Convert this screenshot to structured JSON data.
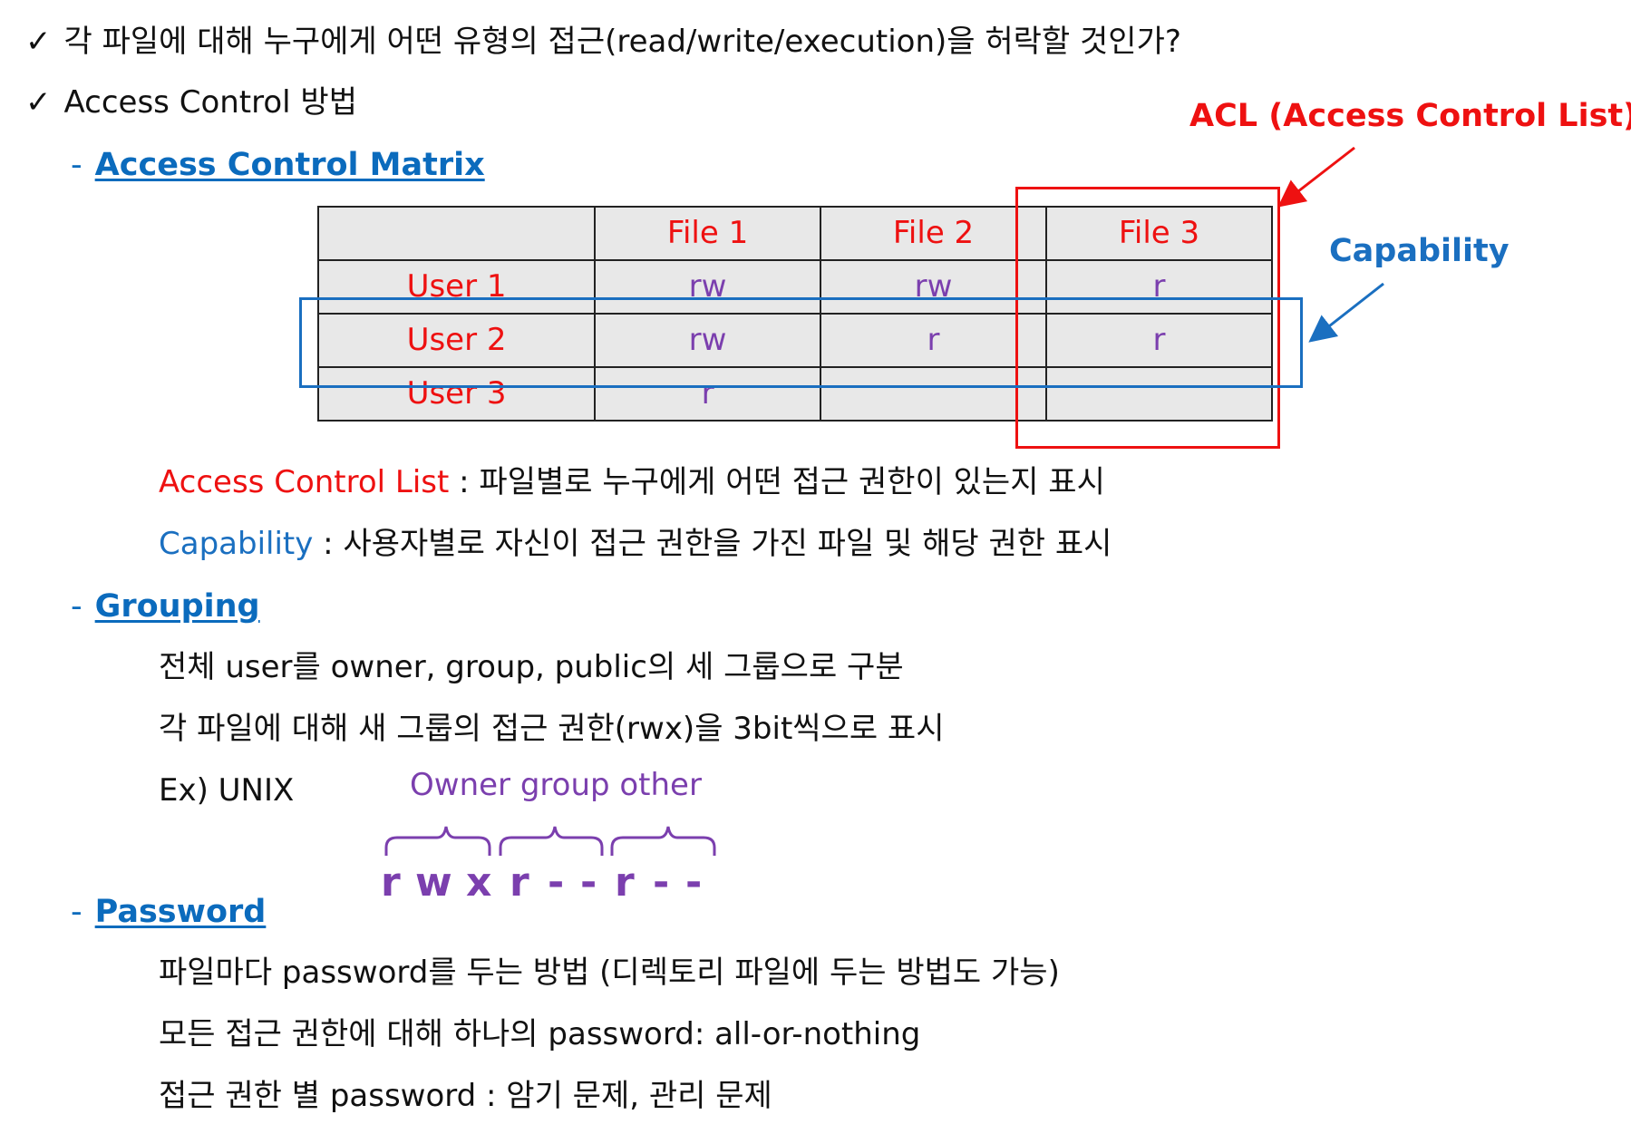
{
  "bullets": [
    "각 파일에 대해 누구에게 어떤 유형의 접근(read/write/execution)을 허락할 것인가?",
    "Access Control 방법"
  ],
  "check_mark": "✓",
  "acm": {
    "heading": "Access Control Matrix",
    "columns": [
      "File 1",
      "File 2",
      "File 3"
    ],
    "rows": [
      {
        "user": "User 1",
        "cells": [
          "rw",
          "rw",
          "r"
        ]
      },
      {
        "user": "User 2",
        "cells": [
          "rw",
          "r",
          "r"
        ]
      },
      {
        "user": "User 3",
        "cells": [
          "r",
          "",
          ""
        ]
      }
    ],
    "acl_label": "ACL (Access Control List)",
    "capability_label": "Capability",
    "acl_def_term": "Access Control List",
    "acl_def_text": " : 파일별로 누구에게 어떤 접근 권한이 있는지 표시",
    "cap_def_term": "Capability",
    "cap_def_text": " : 사용자별로 자신이 접근 권한을 가진 파일 및 해당 권한 표시",
    "colors": {
      "acl": "#ee1111",
      "capability": "#1a6fc0",
      "permission": "#7b3fae"
    }
  },
  "grouping": {
    "heading": "Grouping",
    "lines": [
      "전체 user를 owner, group, public의 세 그룹으로 구분",
      "각 파일에 대해 새 그룹의 접근 권한(rwx)을 3bit씩으로 표시"
    ],
    "example_label": "Ex) UNIX",
    "group_names": "Owner group other",
    "perm_chars": [
      "r",
      "w",
      "x",
      "r",
      "-",
      "-",
      "r",
      "-",
      "-"
    ]
  },
  "password": {
    "heading": "Password",
    "lines": [
      "파일마다 password를 두는 방법 (디렉토리 파일에 두는 방법도 가능)",
      "모든 접근 권한에 대해 하나의 password: all-or-nothing",
      "접근 권한 별 password : 암기 문제, 관리 문제"
    ]
  }
}
